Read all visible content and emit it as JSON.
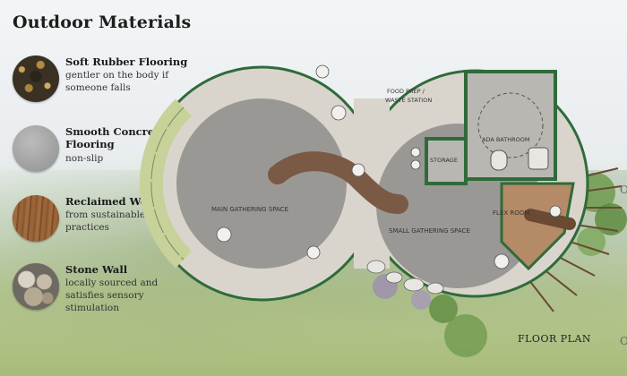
{
  "title": "Outdoor Materials",
  "materials": [
    {
      "name": "Soft Rubber Flooring",
      "desc": "gentler on the body if someone falls",
      "icon": "rubber-swatch-icon"
    },
    {
      "name": "Smooth Concrete Flooring",
      "desc": "non-slip",
      "icon": "concrete-swatch-icon"
    },
    {
      "name": "Reclaimed Wood",
      "desc": "from sustainable business practices",
      "icon": "wood-swatch-icon"
    },
    {
      "name": "Stone Wall",
      "desc": "locally sourced and satisfies sensory stimulation",
      "icon": "stone-swatch-icon"
    }
  ],
  "plan": {
    "main_gathering": "MAIN GATHERING SPACE",
    "small_gathering": "SMALL GATHERING SPACE",
    "food_prep_1": "FOOD PREP /",
    "food_prep_2": "WASTE STATION",
    "storage": "STORAGE",
    "ada_bathroom": "ADA BATHROOM",
    "flex_room": "FLEX ROOM",
    "caption": "FLOOR PLAN",
    "edge_letter": "O"
  },
  "colors": {
    "wall_green": "#2f6b3a",
    "concrete": "#b9b7b2",
    "rubber": "#8b8b8b",
    "bench": "#c7d19a",
    "wood": "#8a5a3a"
  }
}
